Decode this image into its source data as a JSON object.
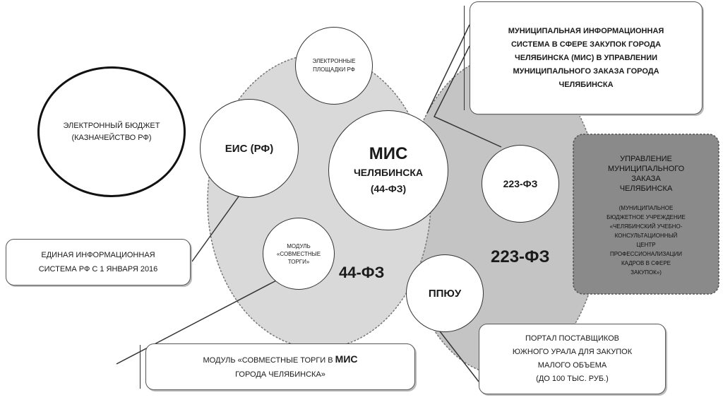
{
  "diagram": {
    "ebudget": {
      "line1": "ЭЛЕКТРОННЫЙ БЮДЖЕТ",
      "line2": "(КАЗНАЧЕЙСТВО РФ)"
    },
    "eplatforms": {
      "line1": "ЭЛЕКТРОННЫЕ",
      "line2": "ПЛОЩАДКИ РФ"
    },
    "eis": {
      "label": "ЕИС (РФ)"
    },
    "mis_center": {
      "line1": "МИС",
      "line2": "ЧЕЛЯБИНСКА",
      "line3": "(44-ФЗ)"
    },
    "f223_circle": {
      "label": "223-ФЗ"
    },
    "joint_module": {
      "line1": "МОДУЛЬ",
      "line2": "«СОВМЕСТНЫЕ",
      "line3": "ТОРГИ»"
    },
    "label_44": "44-ФЗ",
    "label_223": "223-ФЗ",
    "ppyu": {
      "label": "ППЮУ"
    },
    "mis_callout": {
      "line1": "МУНИЦИПАЛЬНАЯ ИНФОРМАЦИОННАЯ",
      "line2": "СИСТЕМА В СФЕРЕ ЗАКУПОК ГОРОДА",
      "line3": "ЧЕЛЯБИНСКА (МИС) В УПРАВЛЕНИИ",
      "line4": "МУНИЦИПАЛЬНОГО ЗАКАЗА ГОРОДА",
      "line5": "ЧЕЛЯБИНСКА"
    },
    "eis_callout": {
      "line1": "ЕДИНАЯ ИНФОРМАЦИОННАЯ",
      "line2": "СИСТЕМА РФ С 1 ЯНВАРЯ 2016"
    },
    "module_callout": {
      "part1": "МОДУЛЬ «СОВМЕСТНЫЕ ТОРГИ В ",
      "bold": "МИС",
      "line2": "ГОРОДА ЧЕЛЯБИНСКА»"
    },
    "portal_callout": {
      "line1": "ПОРТАЛ ПОСТАВЩИКОВ",
      "line2": "ЮЖНОГО УРАЛА ДЛЯ ЗАКУПОК",
      "line3": "МАЛОГО ОБЪЕМА",
      "line4": "(ДО 100 ТЫС. РУБ.)"
    },
    "management": {
      "title1": "УПРАВЛЕНИЕ",
      "title2": "МУНИЦИПАЛЬНОГО",
      "title3": "ЗАКАЗА",
      "title4": "ЧЕЛЯБИНСКА",
      "sub1": "(МУНИЦИПАЛЬНОЕ",
      "sub2": "БЮДЖЕТНОЕ УЧРЕЖДЕНИЕ",
      "sub3": "«ЧЕЛЯБИНСКИЙ УЧЕБНО-",
      "sub4": "КОНСУЛЬТАЦИОННЫЙ",
      "sub5": "ЦЕНТР",
      "sub6": "ПРОФЕССИОНАЛИЗАЦИИ",
      "sub7": "КАДРОВ В СФЕРЕ",
      "sub8": "ЗАКУПОК»)"
    }
  },
  "colors": {
    "big_ellipse": "#d9d9d9",
    "right_ellipse": "#c4c4c4",
    "management_box": "#8a8a8a",
    "stroke": "#333333"
  }
}
